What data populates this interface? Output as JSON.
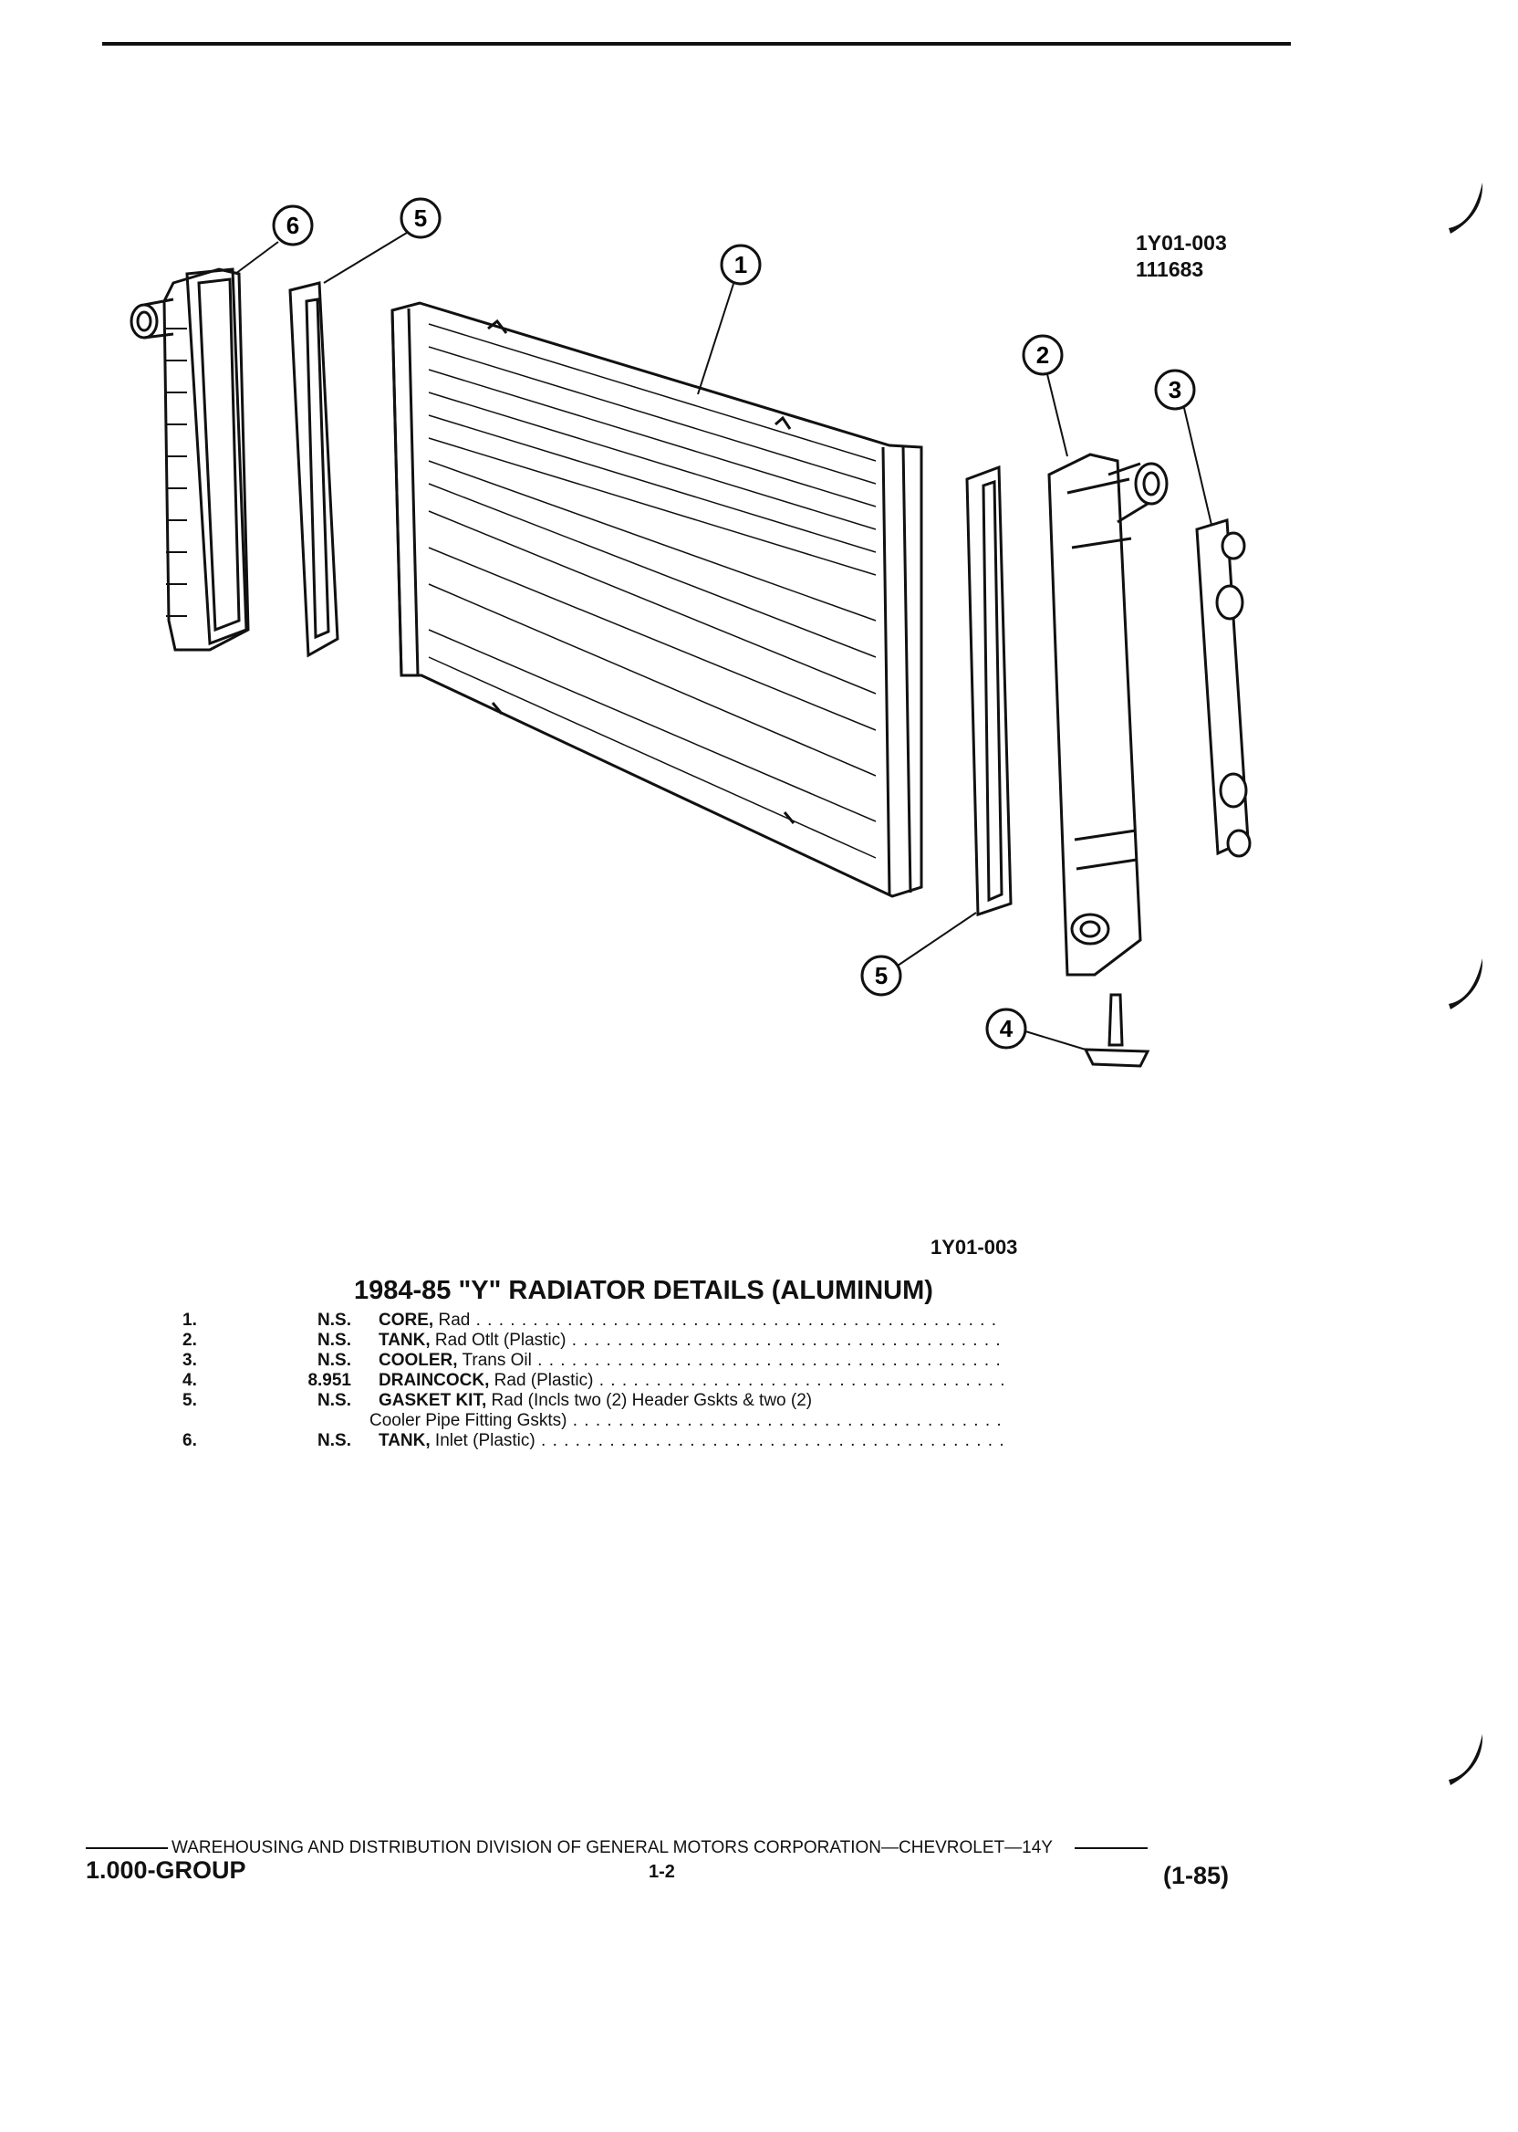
{
  "figure": {
    "ref_line1": "1Y01-003",
    "ref_line2": "111683",
    "callouts": [
      "1",
      "2",
      "3",
      "4",
      "5",
      "5",
      "6"
    ]
  },
  "caption_id": "1Y01-003",
  "table_title": "1984-85 \"Y\" RADIATOR DETAILS (ALUMINUM)",
  "parts": [
    {
      "num": "1.",
      "code": "N.S.",
      "name": "CORE,",
      "desc": "Rad"
    },
    {
      "num": "2.",
      "code": "N.S.",
      "name": "TANK,",
      "desc": "Rad Otlt (Plastic)"
    },
    {
      "num": "3.",
      "code": "N.S.",
      "name": "COOLER,",
      "desc": "Trans Oil"
    },
    {
      "num": "4.",
      "code": "8.951",
      "name": "DRAINCOCK,",
      "desc": "Rad (Plastic)"
    },
    {
      "num": "5.",
      "code": "N.S.",
      "name": "GASKET KIT,",
      "desc": "Rad (Incls two (2) Header Gskts & two (2)",
      "cont": "Cooler Pipe Fitting Gskts)"
    },
    {
      "num": "6.",
      "code": "N.S.",
      "name": "TANK,",
      "desc": "Inlet (Plastic)"
    }
  ],
  "footer": {
    "line": "WAREHOUSING AND DISTRIBUTION  DIVISION OF GENERAL MOTORS CORPORATION—CHEVROLET—14Y",
    "group": "1.000-GROUP",
    "page": "1-2",
    "date": "(1-85)"
  }
}
